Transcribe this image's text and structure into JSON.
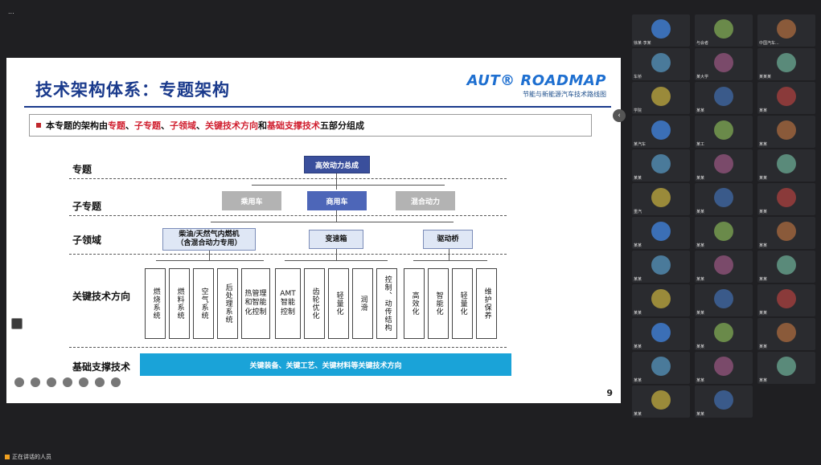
{
  "top": {
    "signal": "..."
  },
  "slide": {
    "title": "技术架构体系：专题架构",
    "brand_logo": "AUT® ROADMAP",
    "brand_sub": "节能与新能源汽车技术路线图",
    "banner": {
      "pre": "本专题的架构由",
      "t1": "专题",
      "sep1": "、",
      "t2": "子专题",
      "sep2": "、",
      "t3": "子领域",
      "sep3": "、",
      "t4": "关键技术方向",
      "and": "和",
      "t5": "基础支撑技术",
      "post": "五部分组成"
    },
    "rows": [
      "专题",
      "子专题",
      "子领域",
      "关键技术方向",
      "基础支撑技术"
    ],
    "topic": "高效动力总成",
    "subtopics": [
      "乘用车",
      "商用车",
      "混合动力"
    ],
    "subfields": [
      "柴油/天然气内燃机\n（含混合动力专用）",
      "变速箱",
      "驱动桥"
    ],
    "leaves": [
      "燃烧系统",
      "燃料系统",
      "空气系统",
      "后处理系统",
      "热管理和智能化控制",
      "AMT智能控制",
      "齿轮优化",
      "轻量化",
      "润滑",
      "控制、动传结构",
      "高效化",
      "智能化",
      "轻量化",
      "维护保养"
    ],
    "base": "关键装备、关键工艺、关键材料等关键技术方向",
    "page": "9"
  },
  "participants": [
    "徐某·李某",
    "与会者",
    "中国汽车...",
    "车桥",
    "某大学",
    "某某某",
    "学院",
    "某某",
    "某某",
    "某汽车",
    "某工",
    "某某",
    "某某",
    "某某",
    "某某",
    "重汽",
    "某某",
    "某某",
    "某某",
    "某某",
    "某某",
    "某某",
    "某某",
    "某某",
    "某某",
    "某某",
    "某某",
    "某某",
    "某某",
    "某某",
    "某某",
    "某某",
    "某某",
    "某某",
    "某某"
  ],
  "bottom_tag": "正在讲话的人员"
}
